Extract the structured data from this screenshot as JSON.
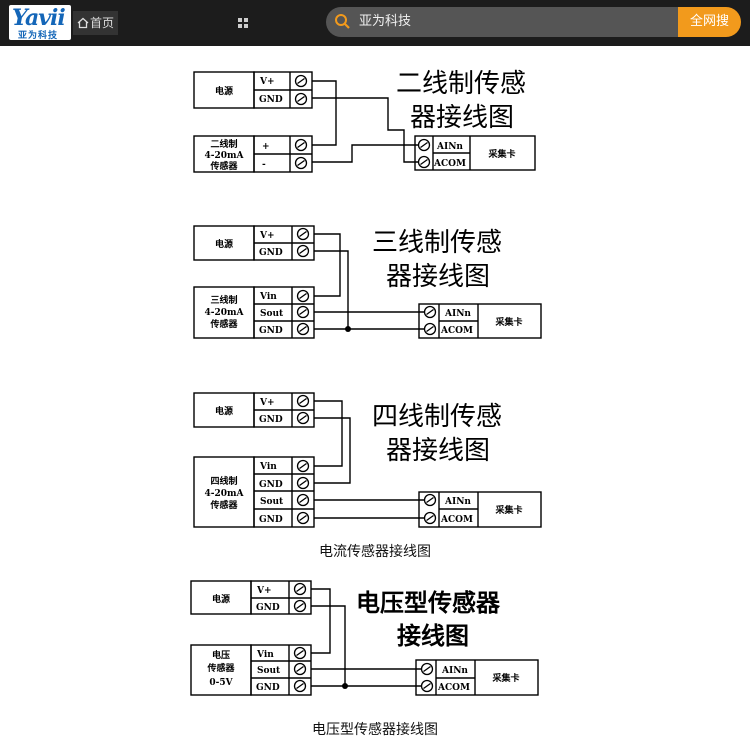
{
  "header": {
    "logo_text": "Yavii",
    "logo_sub": "亚为科技",
    "home_label": "首页",
    "search_value": "亚为科技",
    "search_button": "全网搜"
  },
  "colors": {
    "topbar": "#1c1c1c",
    "accent": "#f29a1c",
    "logo": "#1466b8"
  },
  "captions": {
    "current": "电流传感器接线图",
    "voltage": "电压型传感器接线图"
  },
  "labels": {
    "power": "电源",
    "vplus": "V+",
    "gnd": "GND",
    "vin": "Vin",
    "sout": "Sout",
    "plus": "+",
    "minus": "-",
    "ain": "AINn",
    "acom": "ACOM",
    "daq": "采集卡",
    "two_wire_title_1": "二线制传感",
    "two_wire_title_2": "器接线图",
    "two_wire_s1": "二线制",
    "two_wire_s2": "4-20mA",
    "two_wire_s3": "传感器",
    "three_wire_title_1": "三线制传感",
    "three_wire_title_2": "器接线图",
    "three_wire_s1": "三线制",
    "three_wire_s2": "4-20mA",
    "three_wire_s3": "传感器",
    "four_wire_title_1": "四线制传感",
    "four_wire_title_2": "器接线图",
    "four_wire_s1": "四线制",
    "four_wire_s2": "4-20mA",
    "four_wire_s3": "传感器",
    "voltage_title_1": "电压型传感器",
    "voltage_title_2": "接线图",
    "voltage_s1": "电压",
    "voltage_s2": "传感器",
    "voltage_s3": "0-5V"
  }
}
